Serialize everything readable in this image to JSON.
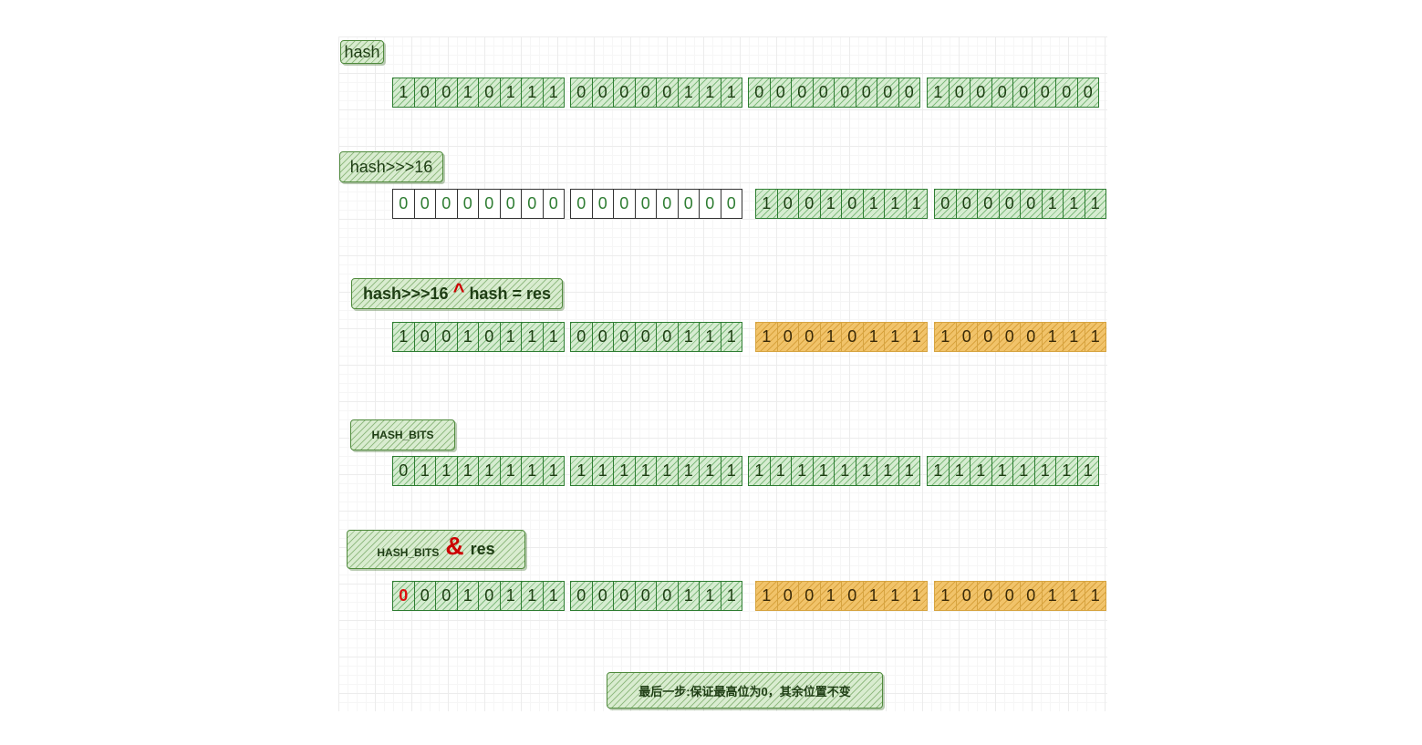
{
  "labels": {
    "hash": "hash",
    "hash_shift": "hash>>>16",
    "xor_left": "hash>>>16",
    "xor_op": "^",
    "xor_right": "hash = res",
    "hash_bits": "HASH_BITS",
    "and_left": "HASH_BITS",
    "and_op": "&",
    "and_right": "res",
    "note": "最后一步:保证最高位为0，其余位置不变"
  },
  "rows": [
    {
      "name": "hash",
      "bytes": [
        {
          "style": "green",
          "bits": [
            "1",
            "0",
            "0",
            "1",
            "0",
            "1",
            "1",
            "1"
          ]
        },
        {
          "style": "green",
          "bits": [
            "0",
            "0",
            "0",
            "0",
            "0",
            "1",
            "1",
            "1"
          ]
        },
        {
          "style": "green",
          "bits": [
            "0",
            "0",
            "0",
            "0",
            "0",
            "0",
            "0",
            "0"
          ]
        },
        {
          "style": "green",
          "bits": [
            "1",
            "0",
            "0",
            "0",
            "0",
            "0",
            "0",
            "0"
          ]
        }
      ]
    },
    {
      "name": "hash-shift",
      "bytes": [
        {
          "style": "white",
          "bits": [
            "0",
            "0",
            "0",
            "0",
            "0",
            "0",
            "0",
            "0"
          ]
        },
        {
          "style": "white",
          "bits": [
            "0",
            "0",
            "0",
            "0",
            "0",
            "0",
            "0",
            "0"
          ]
        },
        {
          "style": "green",
          "bits": [
            "1",
            "0",
            "0",
            "1",
            "0",
            "1",
            "1",
            "1"
          ]
        },
        {
          "style": "green",
          "bits": [
            "0",
            "0",
            "0",
            "0",
            "0",
            "1",
            "1",
            "1"
          ]
        }
      ]
    },
    {
      "name": "res",
      "bytes": [
        {
          "style": "green",
          "bits": [
            "1",
            "0",
            "0",
            "1",
            "0",
            "1",
            "1",
            "1"
          ]
        },
        {
          "style": "green",
          "bits": [
            "0",
            "0",
            "0",
            "0",
            "0",
            "1",
            "1",
            "1"
          ]
        },
        {
          "style": "orange",
          "bits": [
            "1",
            "0",
            "0",
            "1",
            "0",
            "1",
            "1",
            "1"
          ]
        },
        {
          "style": "orange",
          "bits": [
            "1",
            "0",
            "0",
            "0",
            "0",
            "1",
            "1",
            "1"
          ]
        }
      ]
    },
    {
      "name": "hash-bits",
      "bytes": [
        {
          "style": "green",
          "bits": [
            "0",
            "1",
            "1",
            "1",
            "1",
            "1",
            "1",
            "1"
          ]
        },
        {
          "style": "green",
          "bits": [
            "1",
            "1",
            "1",
            "1",
            "1",
            "1",
            "1",
            "1"
          ]
        },
        {
          "style": "green",
          "bits": [
            "1",
            "1",
            "1",
            "1",
            "1",
            "1",
            "1",
            "1"
          ]
        },
        {
          "style": "green",
          "bits": [
            "1",
            "1",
            "1",
            "1",
            "1",
            "1",
            "1",
            "1"
          ]
        }
      ]
    },
    {
      "name": "final",
      "highlight_first_bit": true,
      "bytes": [
        {
          "style": "green",
          "bits": [
            "0",
            "0",
            "0",
            "1",
            "0",
            "1",
            "1",
            "1"
          ]
        },
        {
          "style": "green",
          "bits": [
            "0",
            "0",
            "0",
            "0",
            "0",
            "1",
            "1",
            "1"
          ]
        },
        {
          "style": "orange",
          "bits": [
            "1",
            "0",
            "0",
            "1",
            "0",
            "1",
            "1",
            "1"
          ]
        },
        {
          "style": "orange",
          "bits": [
            "1",
            "0",
            "0",
            "0",
            "0",
            "1",
            "1",
            "1"
          ]
        }
      ]
    }
  ],
  "colors": {
    "green_fill": "#d6ecd1",
    "green_border": "#2e7d32",
    "orange_fill": "#f1c36a",
    "red_text": "#cc0000"
  }
}
